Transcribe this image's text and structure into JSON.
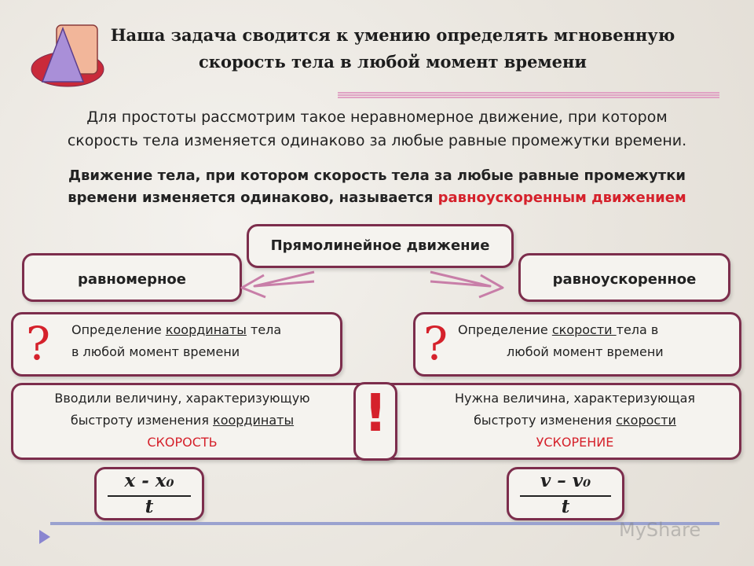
{
  "header": {
    "title_line1": "Наша задача сводится к умению определять мгновенную",
    "title_line2": "скорость  тела  в любой  момент времени"
  },
  "intro": {
    "line1": "Для простоты рассмотрим  такое неравномерное движение, при котором",
    "line2": "скорость тела изменяется одинаково за любые равные промежутки времени."
  },
  "definition": {
    "line1": "Движение тела, при котором скорость тела за любые равные промежутки",
    "line2_prefix": "времени изменяется одинаково, называется ",
    "line2_term": "равноускоренным движением"
  },
  "diagram": {
    "main": "Прямолинейное движение",
    "left": "равномерное",
    "right": "равноускоренное"
  },
  "question_left": {
    "mark": "?",
    "line1_a": "Определение ",
    "line1_u": "координаты",
    "line1_b": " тела",
    "line2": "в любой момент времени"
  },
  "question_right": {
    "mark": "?",
    "line1_a": "Определение ",
    "line1_u": "скорости ",
    "line1_b": "тела в",
    "line2": "любой момент времени"
  },
  "answer_left": {
    "line1": "Вводили величину, характеризующую",
    "line2_a": "быстроту  изменения  ",
    "line2_u": "координаты",
    "term": "СКОРОСТЬ"
  },
  "answer_right": {
    "line1": "Нужна  величина, характеризующая",
    "line2_a": "быстроту   изменения   ",
    "line2_u": "скорости",
    "term": "УСКОРЕНИЕ"
  },
  "exclamation": "!",
  "formula_left": {
    "numerator": "x - x₀",
    "denominator": "t"
  },
  "formula_right": {
    "numerator": "v – v₀",
    "denominator": "t"
  },
  "watermark": "MyShare",
  "colors": {
    "accent_red": "#d5212b",
    "border": "#7c2d4c",
    "lines": "#e0a3c4",
    "bottom_line": "#9aa2cf"
  }
}
